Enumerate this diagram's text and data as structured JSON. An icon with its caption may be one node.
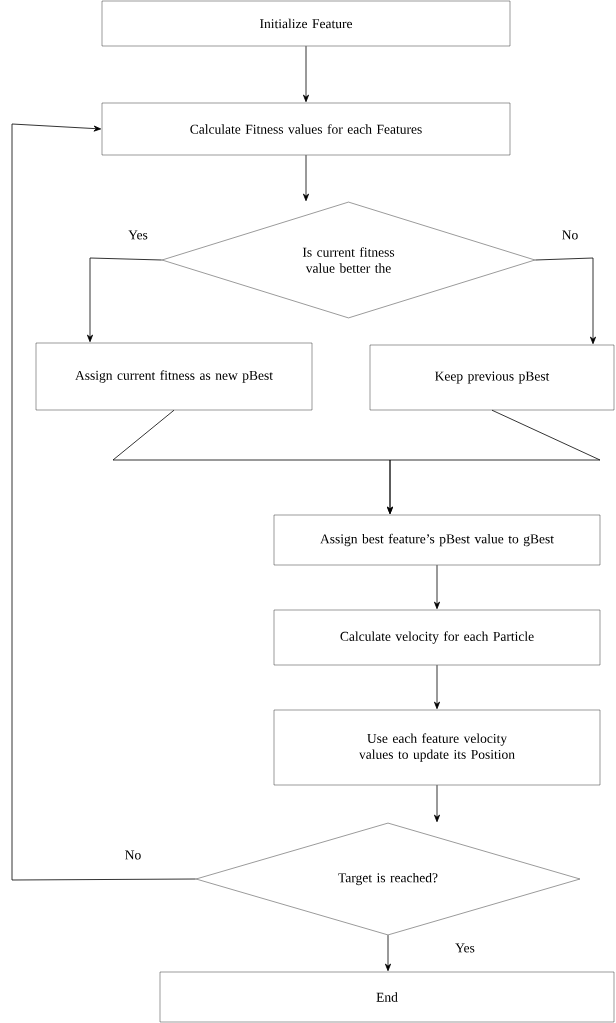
{
  "diagram": {
    "nodes": [
      {
        "text": [
          "Initialize Feature"
        ]
      },
      {
        "text": [
          "Calculate Fitness values for each Features"
        ]
      },
      {
        "text": [
          "Is current fitness value better the"
        ]
      },
      {
        "text": [
          "Assign current fitness as new pBest"
        ]
      },
      {
        "text": [
          "Keep previous pBest"
        ]
      },
      {
        "text": [
          "Assign best feature’s pBest value to gBest"
        ]
      },
      {
        "text": [
          "Calculate velocity for each Particle"
        ]
      },
      {
        "text": [
          "Use each feature velocity values to update its Position"
        ]
      },
      {
        "text": [
          "Target is reached?"
        ]
      },
      {
        "text": [
          "End"
        ]
      }
    ],
    "edges": [
      {
        "from": 0,
        "to": 1,
        "arrow": "to"
      },
      {
        "from": 1,
        "to": 2,
        "arrow": "to"
      },
      {
        "from": 2,
        "to": 3,
        "arrow": "to",
        "label": "Yes"
      },
      {
        "from": 2,
        "to": 4,
        "arrow": "to",
        "label": "No"
      },
      {
        "from": 3,
        "to": 5,
        "arrow": "to"
      },
      {
        "from": 4,
        "to": 5,
        "arrow": "to"
      },
      {
        "from": 5,
        "to": 6,
        "arrow": "to"
      },
      {
        "from": 6,
        "to": 7,
        "arrow": "to"
      },
      {
        "from": 7,
        "to": 8,
        "arrow": "to"
      },
      {
        "from": 8,
        "to": 1,
        "arrow": "to",
        "label": "No"
      },
      {
        "from": 8,
        "to": 9,
        "arrow": "to",
        "label": "Yes"
      }
    ]
  }
}
